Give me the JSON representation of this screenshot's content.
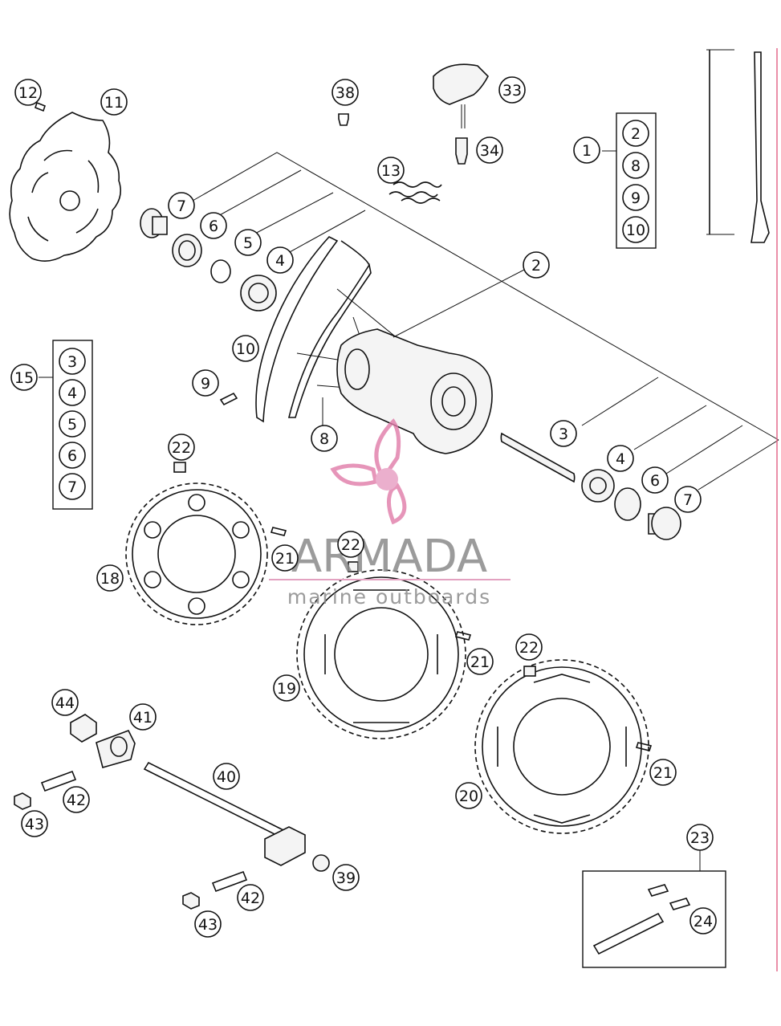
{
  "callouts": [
    {
      "id": "c12",
      "label": "12"
    },
    {
      "id": "c11",
      "label": "11"
    },
    {
      "id": "c38",
      "label": "38"
    },
    {
      "id": "c33",
      "label": "33"
    },
    {
      "id": "c34",
      "label": "34"
    },
    {
      "id": "c13",
      "label": "13"
    },
    {
      "id": "c1",
      "label": "1"
    },
    {
      "id": "c7a",
      "label": "7"
    },
    {
      "id": "c6a",
      "label": "6"
    },
    {
      "id": "c5a",
      "label": "5"
    },
    {
      "id": "c4a",
      "label": "4"
    },
    {
      "id": "c2",
      "label": "2"
    },
    {
      "id": "c10",
      "label": "10"
    },
    {
      "id": "c9",
      "label": "9"
    },
    {
      "id": "c8",
      "label": "8"
    },
    {
      "id": "c15",
      "label": "15"
    },
    {
      "id": "c3",
      "label": "3"
    },
    {
      "id": "c4b",
      "label": "4"
    },
    {
      "id": "c6b",
      "label": "6"
    },
    {
      "id": "c7b",
      "label": "7"
    },
    {
      "id": "c22a",
      "label": "22"
    },
    {
      "id": "c21a",
      "label": "21"
    },
    {
      "id": "c18",
      "label": "18"
    },
    {
      "id": "c22b",
      "label": "22"
    },
    {
      "id": "c21b",
      "label": "21"
    },
    {
      "id": "c19",
      "label": "19"
    },
    {
      "id": "c22c",
      "label": "22"
    },
    {
      "id": "c21c",
      "label": "21"
    },
    {
      "id": "c20",
      "label": "20"
    },
    {
      "id": "c44",
      "label": "44"
    },
    {
      "id": "c41",
      "label": "41"
    },
    {
      "id": "c40",
      "label": "40"
    },
    {
      "id": "c42a",
      "label": "42"
    },
    {
      "id": "c43a",
      "label": "43"
    },
    {
      "id": "c39",
      "label": "39"
    },
    {
      "id": "c42b",
      "label": "42"
    },
    {
      "id": "c43b",
      "label": "43"
    },
    {
      "id": "c23",
      "label": "23"
    },
    {
      "id": "c24",
      "label": "24"
    }
  ],
  "box1": [
    "2",
    "8",
    "9",
    "10"
  ],
  "box15": [
    "3",
    "4",
    "5",
    "6",
    "7"
  ],
  "watermark": {
    "brand": "ARMADA",
    "tagline": "marine outboards"
  }
}
